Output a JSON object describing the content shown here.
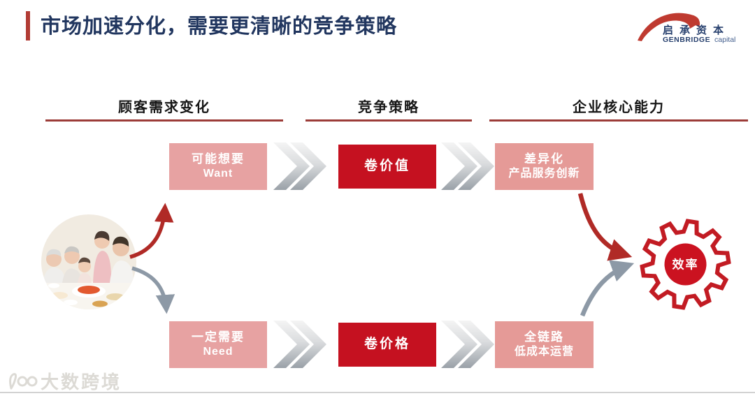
{
  "title": "市场加速分化，需要更清晰的竞争策略",
  "logo": {
    "cn": "启承资本",
    "en_bold": "GENBRIDGE",
    "en_light": "capital"
  },
  "columns": [
    {
      "label": "顾客需求变化"
    },
    {
      "label": "竞争策略"
    },
    {
      "label": "企业核心能力"
    }
  ],
  "flow": {
    "rows": [
      {
        "demand_line1": "可能想要",
        "demand_line2": "Want",
        "strategy": "卷价值",
        "capability_line1": "差异化",
        "capability_line2": "产品服务创新"
      },
      {
        "demand_line1": "一定需要",
        "demand_line2": "Need",
        "strategy": "卷价格",
        "capability_line1": "全链路",
        "capability_line2": "低成本运营"
      }
    ]
  },
  "gear": {
    "label": "效率"
  },
  "watermark": {
    "text": "大数跨境"
  },
  "icons": {
    "chevron": "double-chevron-right",
    "gear": "gear",
    "logo_mark": "bridge-arc",
    "photo": "family-dinner-photo",
    "watermark_mark": "100-script-logo"
  },
  "colors": {
    "accent_red": "#c51120",
    "pink": "#e7a2a2",
    "pink_deep": "#e59a97",
    "title_navy": "#21365f",
    "underline_red": "#9c3c38",
    "arrow_red": "#b02a26",
    "arrow_gray": "#8d99a6"
  }
}
